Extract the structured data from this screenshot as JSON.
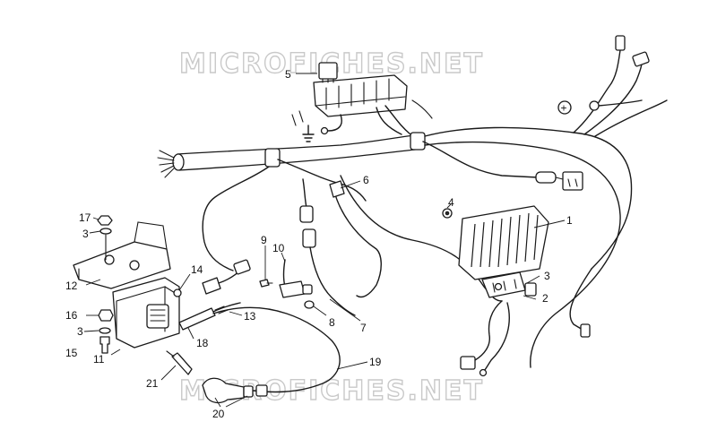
{
  "watermark": {
    "top": "MICROFICHES.NET",
    "bottom": "MICROFICHES.NET"
  },
  "symbols": {
    "plus": "+",
    "plus_icon": "plus-terminal-icon",
    "ground_icon": "ground-icon"
  },
  "callouts": {
    "c1": "1",
    "c2": "2",
    "c3a": "3",
    "c3b": "3",
    "c3c": "3",
    "c4": "4",
    "c5": "5",
    "c6": "6",
    "c7": "7",
    "c8": "8",
    "c9": "9",
    "c10": "10",
    "c11": "11",
    "c12": "12",
    "c13": "13",
    "c14": "14",
    "c15": "15",
    "c16": "16",
    "c17": "17",
    "c18": "18",
    "c19": "19",
    "c20": "20",
    "c21": "21"
  },
  "colors": {
    "line": "#1a1a1a",
    "watermark_outline": "#c9c9c9",
    "background": "#ffffff"
  }
}
